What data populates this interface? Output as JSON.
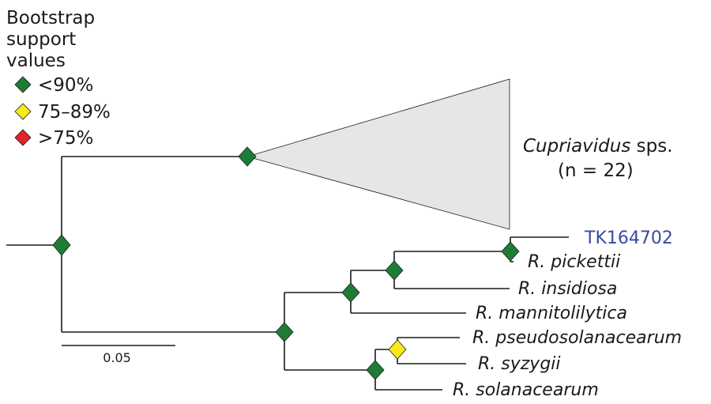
{
  "legend": {
    "title_lines": [
      "Bootstrap",
      "support",
      "values"
    ],
    "items": [
      {
        "label": "<90%",
        "color": "#1e7d35"
      },
      {
        "label": "75–89%",
        "color": "#f7ea1a"
      },
      {
        "label": ">75%",
        "color": "#e4242b"
      }
    ]
  },
  "collapsed_clade": {
    "genus": "Cupriavidus",
    "suffix": " sps.",
    "count": "(n = 22)",
    "fill": "#e6e6e6"
  },
  "taxa": {
    "tk": "TK164702",
    "pickettii": "R. pickettii",
    "insidiosa": "R. insidiosa",
    "mannitolilytica": "R. mannitolilytica",
    "pseudosolanacearum": "R. pseudosolanacearum",
    "syzygii": "R. syzygii",
    "solanacearum": "R. solanacearum"
  },
  "highlight_color": "#3b4aa0",
  "scale_bar": {
    "label": "0.05"
  }
}
